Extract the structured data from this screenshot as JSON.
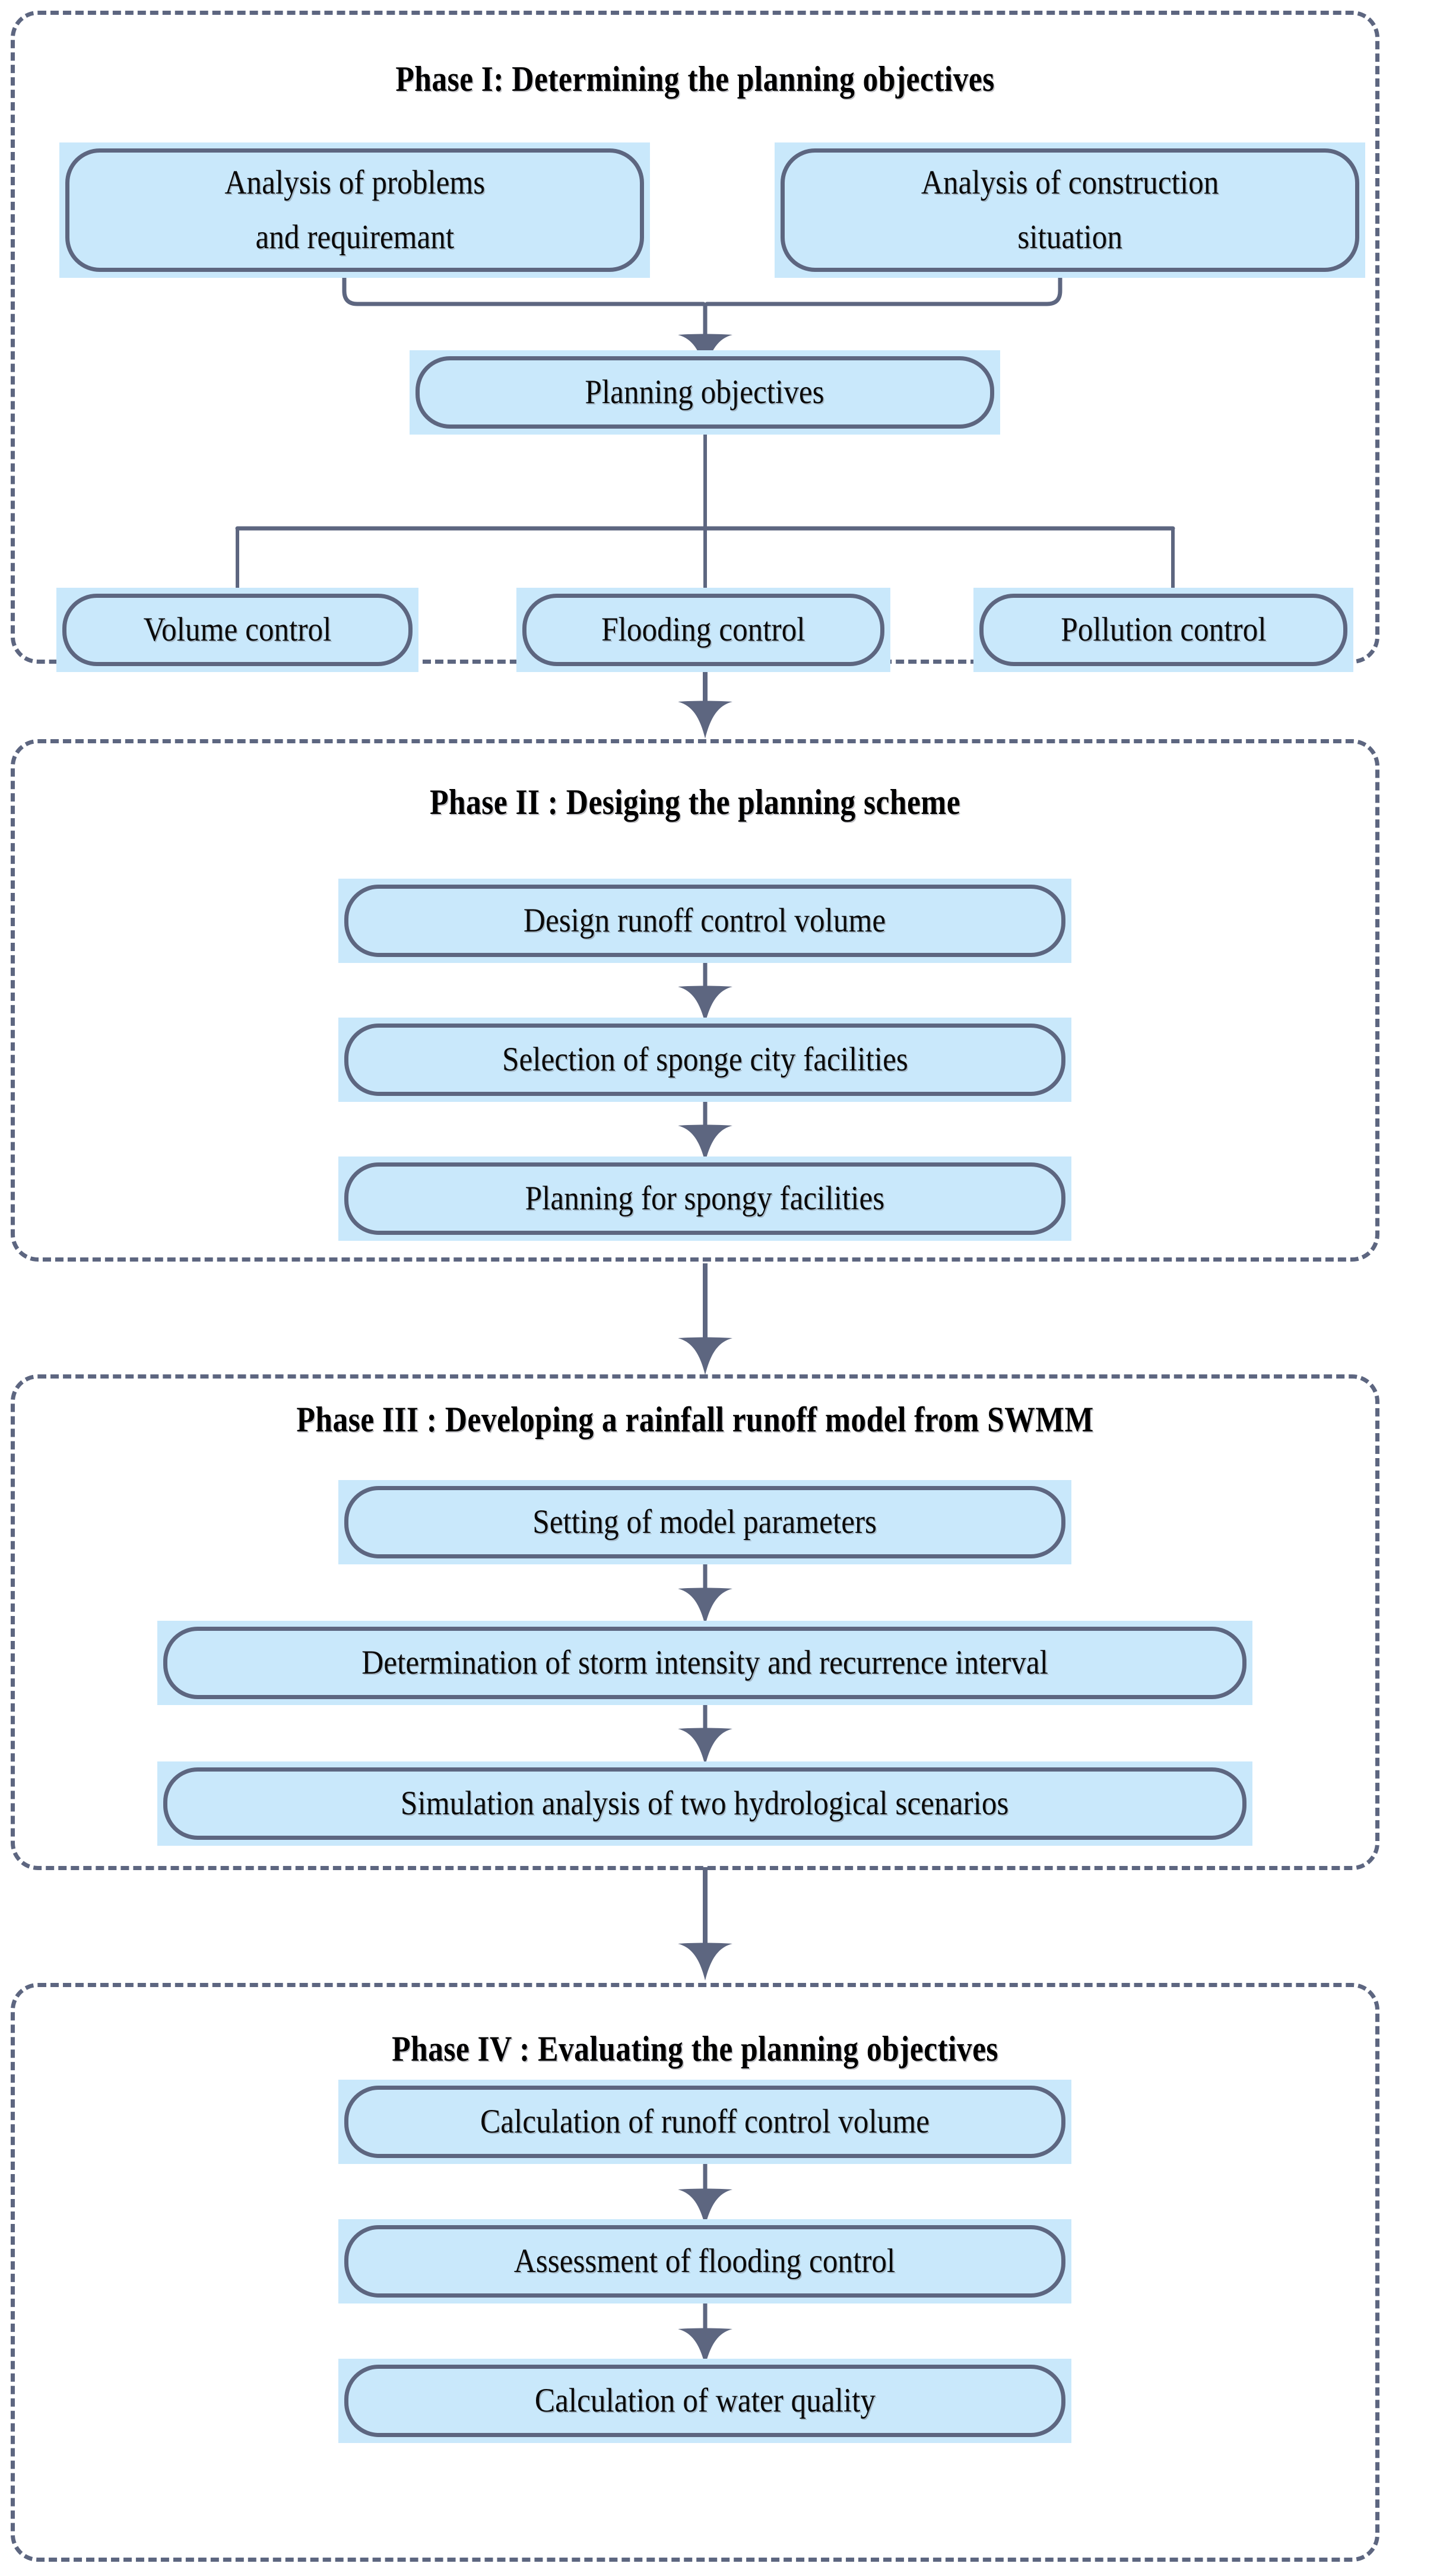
{
  "diagram": {
    "title": "Sponge city planning methodology flowchart",
    "accent_border": "#5d6680",
    "node_fill": "#c9e8fb",
    "node_border": "#5d6680",
    "shadow_fill": "#c9e8fb",
    "text_color": "#0a0a0a",
    "background": "#ffffff"
  },
  "phases": [
    {
      "id": "phase-1",
      "title": "Phase  I: Determining the planning objectives",
      "nodes": [
        {
          "id": "analysis-problems",
          "label": "Analysis of problems\nand requiremant"
        },
        {
          "id": "analysis-construction",
          "label": "Analysis of construction\nsituation"
        },
        {
          "id": "planning-objectives",
          "label": "Planning objectives"
        },
        {
          "id": "volume-control",
          "label": "Volume control"
        },
        {
          "id": "flooding-control",
          "label": "Flooding control"
        },
        {
          "id": "pollution-control",
          "label": "Pollution control"
        }
      ]
    },
    {
      "id": "phase-2",
      "title": "Phase II : Desiging the planning scheme",
      "nodes": [
        {
          "id": "design-runoff-volume",
          "label": "Design runoff control volume"
        },
        {
          "id": "selection-facilities",
          "label": "Selection of sponge city facilities"
        },
        {
          "id": "planning-spongy",
          "label": "Planning for spongy facilities"
        }
      ]
    },
    {
      "id": "phase-3",
      "title": "Phase III  : Developing a rainfall runoff model from SWMM",
      "nodes": [
        {
          "id": "model-parameters",
          "label": "Setting of model parameters"
        },
        {
          "id": "storm-intensity",
          "label": "Determination of storm intensity and recurrence interval"
        },
        {
          "id": "simulation-analysis",
          "label": "Simulation analysis of two hydrological scenarios"
        }
      ]
    },
    {
      "id": "phase-4",
      "title": "Phase IV : Evaluating the planning objectives",
      "nodes": [
        {
          "id": "calc-runoff-volume",
          "label": "Calculation of runoff control volume"
        },
        {
          "id": "assessment-flooding",
          "label": "Assessment of flooding control"
        },
        {
          "id": "calc-water-quality",
          "label": "Calculation of water quality"
        }
      ]
    }
  ]
}
